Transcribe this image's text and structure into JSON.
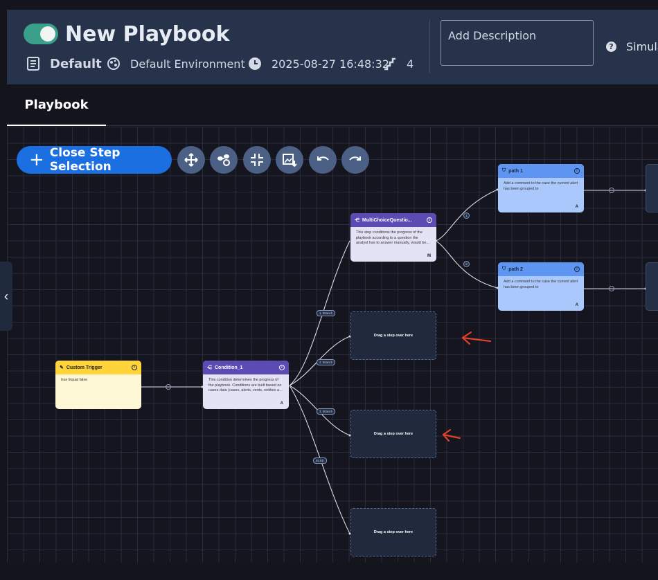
{
  "header": {
    "title": "New Playbook",
    "category": "Default",
    "environment": "Default Environment",
    "timestamp": "2025-08-27 16:48:32",
    "step_count": "4",
    "description_placeholder": "Add Description",
    "simulator_label": "Simula",
    "toggle_enabled": true
  },
  "tabs": [
    {
      "label": "Playbook",
      "active": true
    }
  ],
  "toolbar": {
    "close_selection_label": "Close Step Selection",
    "tools": [
      "move-icon",
      "arrange-icon",
      "collapse-icon",
      "export-image-icon",
      "undo-icon",
      "redo-icon"
    ]
  },
  "nodes": {
    "trigger": {
      "title": "Custom Trigger",
      "body": "true Equal false"
    },
    "condition": {
      "title": "Condition_1",
      "body": "This condition determines the progress of the playbook. Conditions are built based on cases data (cases, alerts, vents, entities a...",
      "corner": "A"
    },
    "multichoice": {
      "title": "MultiChoiceQuestio...",
      "body": "This step conditions the progress of the playbook according to a question the analyst has to answer manually, would be...",
      "corner": "M"
    },
    "path1": {
      "title": "path 1",
      "body": "Add a comment to the case the current alert has been grouped to",
      "corner": "A"
    },
    "path2": {
      "title": "path 2",
      "body": "Add a comment to the case the current alert has been grouped to",
      "corner": "A"
    }
  },
  "branches": [
    "1. Branch",
    "2. Branch",
    "3. Branch",
    "ELSE"
  ],
  "question_branches": [
    "1",
    "2"
  ],
  "drop_zones": [
    "Drag a step over here",
    "Drag a step over here",
    "Drag a step over here"
  ],
  "colors": {
    "header_bg": "#26334a",
    "accent_blue": "#1c6fe0",
    "toggle_green": "#3aa08a",
    "trigger_yellow": "#ffd43b",
    "condition_purple": "#5c4bb3",
    "action_blue": "#5d95f0",
    "arrow_red": "#e0412a"
  }
}
